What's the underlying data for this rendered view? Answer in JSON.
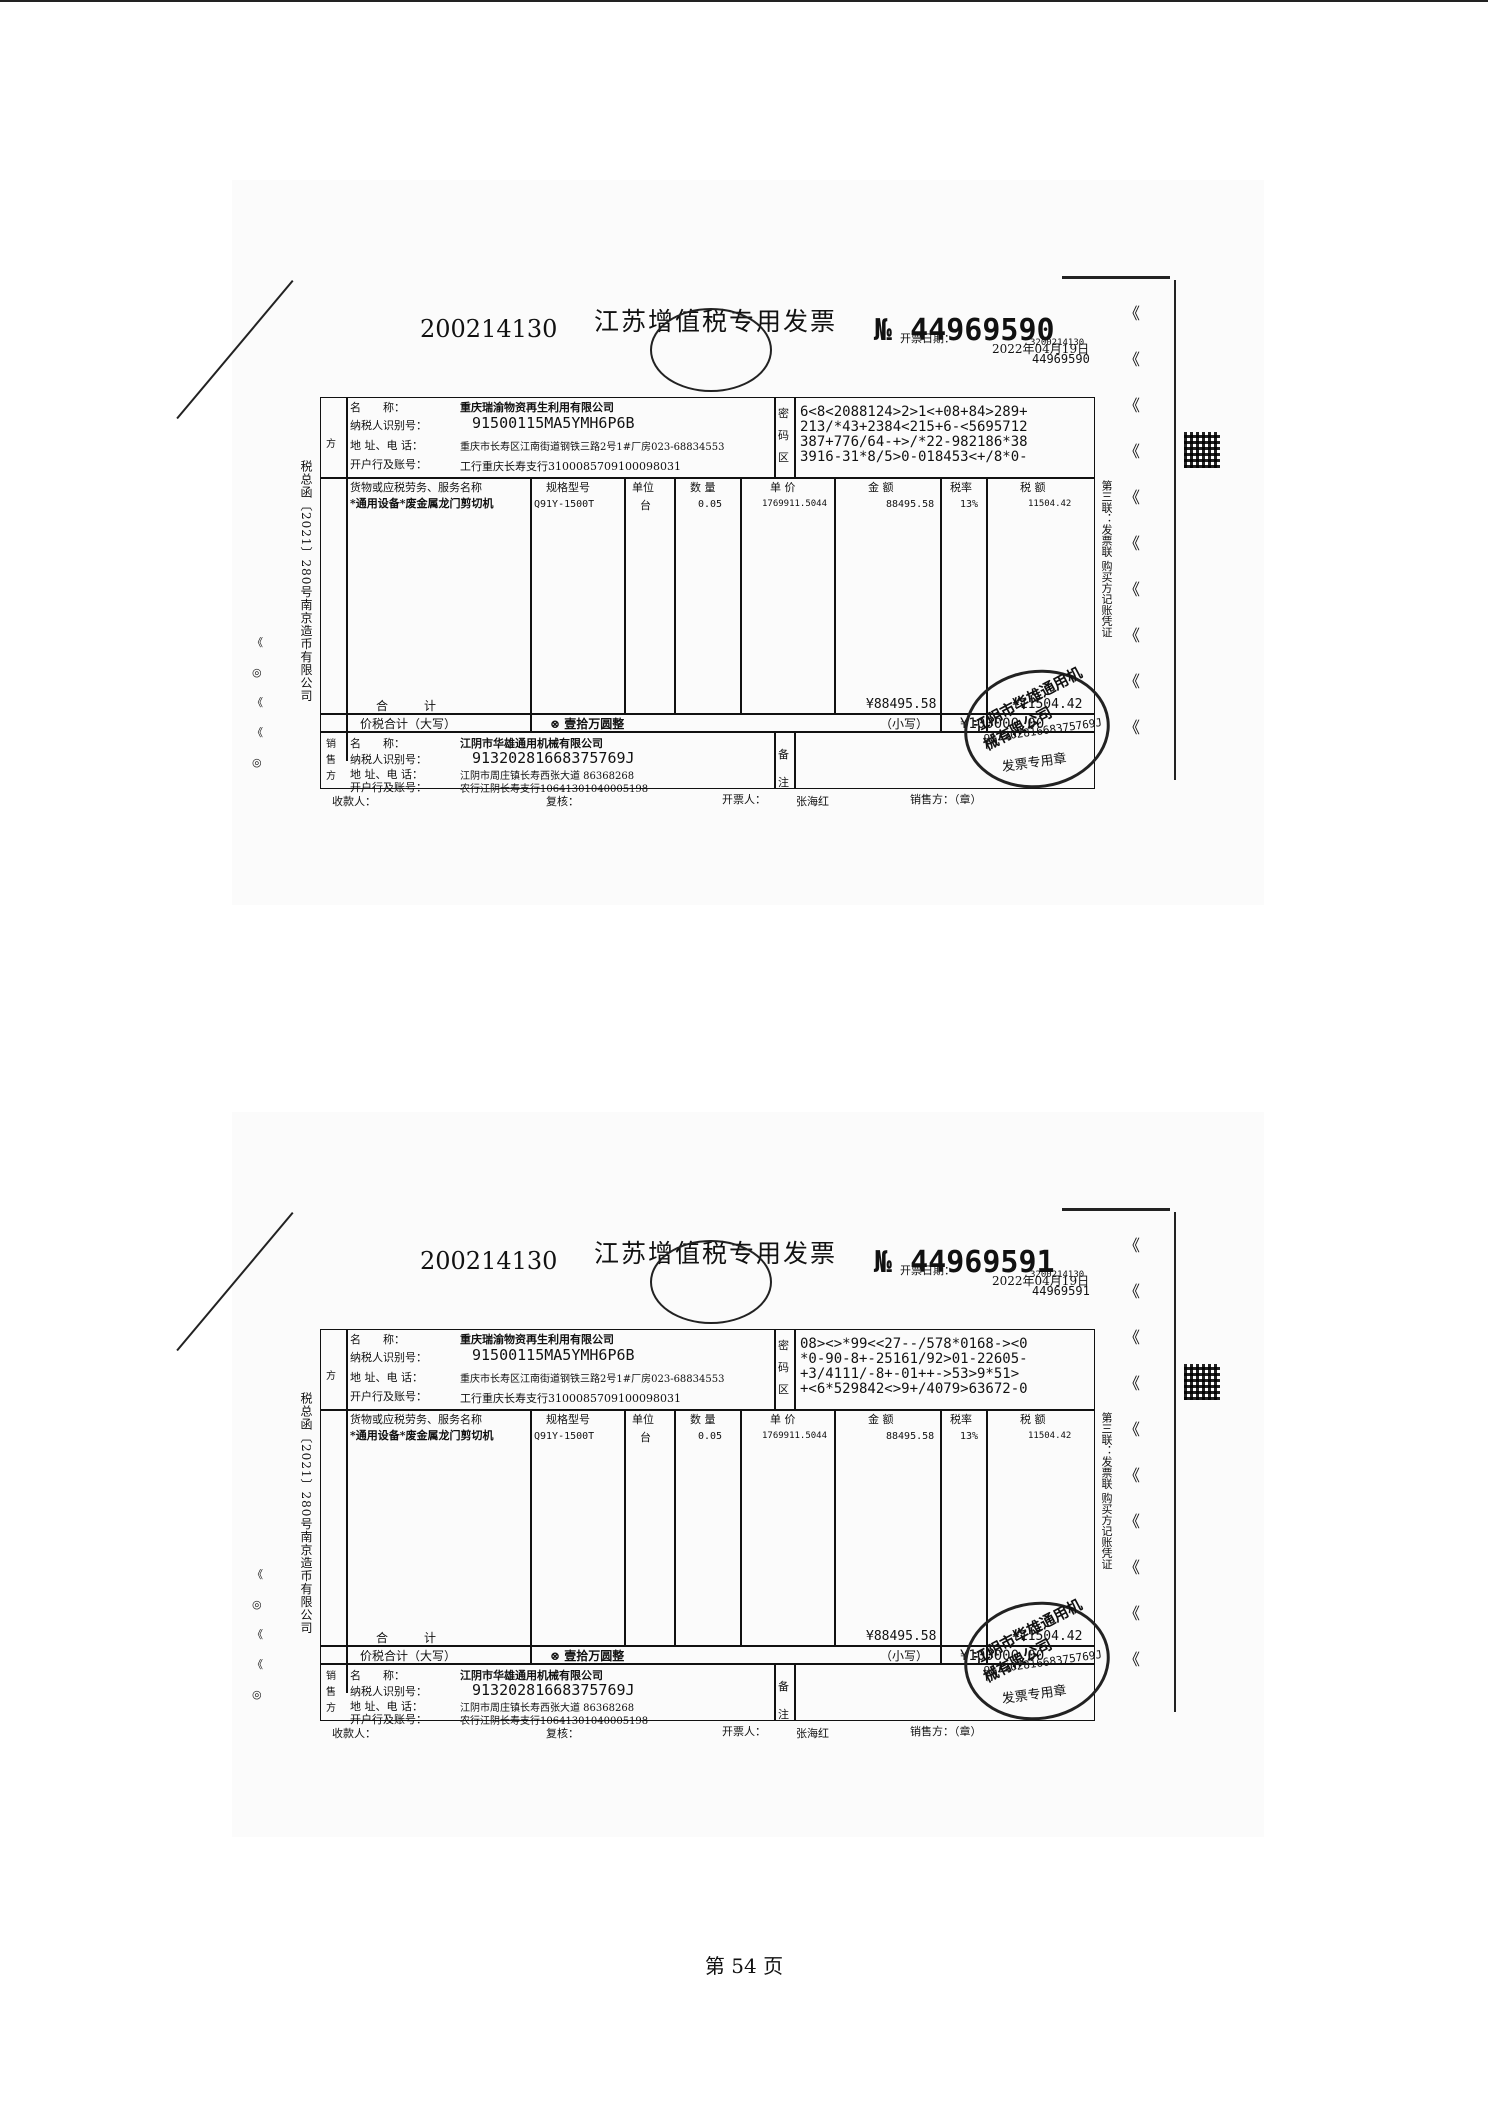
{
  "page_footer": "第 54 页",
  "invoices": [
    {
      "invoice_code": "200214130",
      "title": "江苏增值税专用发票",
      "number": "№ 44969590",
      "right_code": "3200214130",
      "right_number": "44969590",
      "date_label": "开票日期：",
      "date": "2022年04月19日",
      "buyer": {
        "name_label": "名　　称：",
        "name": "重庆瑞渝物资再生利用有限公司",
        "tax_label": "纳税人识别号：",
        "tax_id": "91500115MA5YMH6P6B",
        "addr_label": "地 址、电 话：",
        "addr": "重庆市长寿区江南街道钢铁三路2号1#厂房023-68834553",
        "bank_label": "开户行及账号：",
        "bank": "工行重庆长寿支行3100085709100098031"
      },
      "cipher_label": "密码区",
      "cipher": [
        "6<8<2088124>2>1<+08+84>289+",
        "213/*43+2384<215+6-<5695712",
        "387+776/64-+>/*22-982186*38",
        "3916-31*8/5>0-018453<+/8*0-"
      ],
      "headers": {
        "item": "货物或应税劳务、服务名称",
        "spec": "规格型号",
        "unit": "单位",
        "qty": "数 量",
        "price": "单 价",
        "amount": "金 额",
        "rate": "税率",
        "tax": "税 额"
      },
      "item": {
        "name": "*通用设备*废金属龙门剪切机",
        "spec": "Q91Y-1500T",
        "unit": "台",
        "qty": "0.05",
        "price": "1769911.5044",
        "amount": "88495.58",
        "rate": "13%",
        "tax": "11504.42"
      },
      "total_label": "合　　　计",
      "total_amount": "¥88495.58",
      "total_tax": "¥11504.42",
      "sum_label": "价税合计（大写）",
      "sum_words": "⊗ 壹拾万圆整",
      "sum_small_label": "（小写）",
      "sum_small": "¥100000.00",
      "seller": {
        "name_label": "名　　称：",
        "name": "江阴市华雄通用机械有限公司",
        "tax_label": "纳税人识别号：",
        "tax_id": "91320281668375769J",
        "addr_label": "地 址、电 话：",
        "addr": "江阴市周庄镇长寿西张大道 86368268",
        "bank_label": "开户行及账号：",
        "bank": "农行江阴长寿支行10641301040005198"
      },
      "remark_label": "备注",
      "payee_label": "收款人：",
      "reviewer_label": "复核：",
      "issuer_label": "开票人：",
      "issuer": "张海红",
      "seller_label": "销售方：（章）",
      "seal": {
        "name": "江阴市华雄通用机械有限公司",
        "taxid": "91320281668375769J",
        "text": "发票专用章"
      },
      "side_left": "税总函〔2021〕280号南京造币有限公司",
      "side_right": "第三联：发票联 购买方记账凭证"
    },
    {
      "invoice_code": "200214130",
      "title": "江苏增值税专用发票",
      "number": "№ 44969591",
      "right_code": "3200214130",
      "right_number": "44969591",
      "date_label": "开票日期：",
      "date": "2022年04月19日",
      "buyer": {
        "name_label": "名　　称：",
        "name": "重庆瑞渝物资再生利用有限公司",
        "tax_label": "纳税人识别号：",
        "tax_id": "91500115MA5YMH6P6B",
        "addr_label": "地 址、电 话：",
        "addr": "重庆市长寿区江南街道钢铁三路2号1#厂房023-68834553",
        "bank_label": "开户行及账号：",
        "bank": "工行重庆长寿支行3100085709100098031"
      },
      "cipher_label": "密码区",
      "cipher": [
        "08><>*99<<27--/578*0168-><0",
        "*0-90-8+-25161/92>01-22605-",
        "+3/4111/-8+-01++->53>9*51>",
        "+<6*529842<>9+/4079>63672-0"
      ],
      "headers": {
        "item": "货物或应税劳务、服务名称",
        "spec": "规格型号",
        "unit": "单位",
        "qty": "数 量",
        "price": "单 价",
        "amount": "金 额",
        "rate": "税率",
        "tax": "税 额"
      },
      "item": {
        "name": "*通用设备*废金属龙门剪切机",
        "spec": "Q91Y-1500T",
        "unit": "台",
        "qty": "0.05",
        "price": "1769911.5044",
        "amount": "88495.58",
        "rate": "13%",
        "tax": "11504.42"
      },
      "total_label": "合　　　计",
      "total_amount": "¥88495.58",
      "total_tax": "¥11504.42",
      "sum_label": "价税合计（大写）",
      "sum_words": "⊗ 壹拾万圆整",
      "sum_small_label": "（小写）",
      "sum_small": "¥100000.00",
      "seller": {
        "name_label": "名　　称：",
        "name": "江阴市华雄通用机械有限公司",
        "tax_label": "纳税人识别号：",
        "tax_id": "91320281668375769J",
        "addr_label": "地 址、电 话：",
        "addr": "江阴市周庄镇长寿西张大道 86368268",
        "bank_label": "开户行及账号：",
        "bank": "农行江阴长寿支行10641301040005198"
      },
      "remark_label": "备注",
      "payee_label": "收款人：",
      "reviewer_label": "复核：",
      "issuer_label": "开票人：",
      "issuer": "张海红",
      "seller_label": "销售方：（章）",
      "seal": {
        "name": "江阴市华雄通用机械有限公司",
        "taxid": "91320281668375769J",
        "text": "发票专用章"
      },
      "side_left": "税总函〔2021〕280号南京造币有限公司",
      "side_right": "第三联：发票联 购买方记账凭证"
    }
  ]
}
